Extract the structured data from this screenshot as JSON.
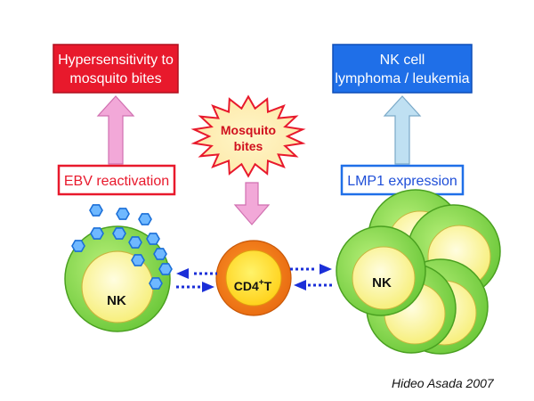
{
  "boxes": {
    "hypersensitivity": "Hypersensitivity to\nmosquito bites",
    "nk_lymphoma": "NK cell\nlymphoma / leukemia",
    "ebv": "EBV reactivation",
    "lmp1": "LMP1 expression"
  },
  "burst": "Mosquito\nbites",
  "cells": {
    "nk_left": "NK",
    "cd4": "CD4",
    "cd4_sup": "+",
    "cd4_suffix": "T",
    "nk_right": "NK"
  },
  "credit": "Hideo Asada 2007",
  "colors": {
    "red": "#e8192c",
    "blue": "#1f6fe8",
    "pink_arrow": "#f2a8d8",
    "lightblue_arrow": "#bfe0f2",
    "cell_outer": "#8fe05a",
    "cell_inner": "#fffaa8",
    "virus": "#2f8ef0",
    "cd4_outer": "#f47e16",
    "cd4_inner": "#ffe23a",
    "dots": "#1b2fd8"
  }
}
